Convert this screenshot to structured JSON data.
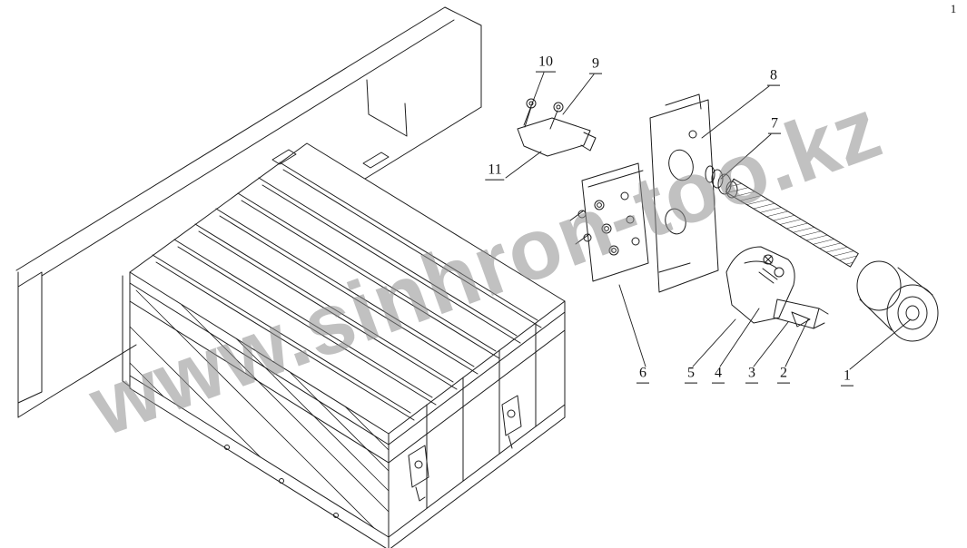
{
  "page": {
    "background": "#ffffff",
    "line_color": "#1c1c1c"
  },
  "watermark": {
    "text": "www.sinhron-too.kz",
    "color": "#8f8f8f"
  },
  "corner_mark": "1",
  "callouts": {
    "c1": "1",
    "c2": "2",
    "c3": "3",
    "c4": "4",
    "c5": "5",
    "c6": "6",
    "c7": "7",
    "c8": "8",
    "c9": "9",
    "c10": "10",
    "c11": "11"
  }
}
